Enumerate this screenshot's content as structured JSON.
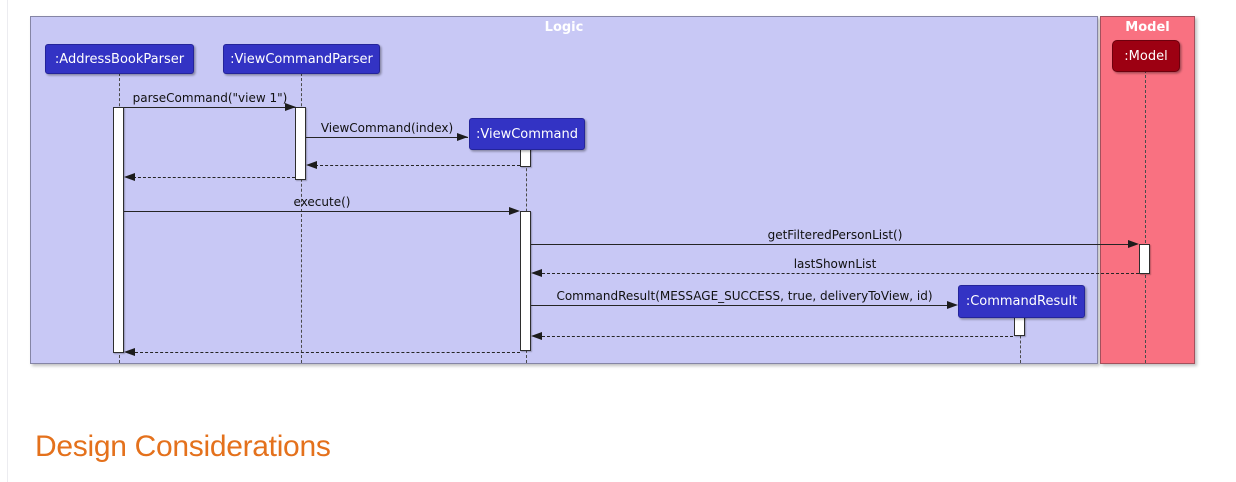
{
  "diagram": {
    "frames": {
      "logic": {
        "title": "Logic"
      },
      "model": {
        "title": "Model"
      }
    },
    "participants": {
      "address_book_parser": {
        "label": ":AddressBookParser"
      },
      "view_command_parser": {
        "label": ":ViewCommandParser"
      },
      "view_command": {
        "label": ":ViewCommand"
      },
      "model": {
        "label": ":Model"
      },
      "command_result": {
        "label": ":CommandResult"
      }
    },
    "messages": {
      "parse_command": {
        "label": "parseCommand(\"view 1\")"
      },
      "view_command_create": {
        "label": "ViewCommand(index)"
      },
      "execute": {
        "label": "execute()"
      },
      "get_filtered_person_list": {
        "label": "getFilteredPersonList()"
      },
      "last_shown_list": {
        "label": "lastShownList"
      },
      "command_result_create": {
        "label": "CommandResult(MESSAGE_SUCCESS, true, deliveryToView, id)"
      }
    },
    "colors": {
      "logic_frame_fill": "#C8C8F5",
      "model_frame_fill": "#F97181",
      "logic_participant_fill": "#3333C4",
      "model_participant_fill": "#9D0012",
      "heading": "#E4711C"
    }
  },
  "section": {
    "heading": "Design Considerations"
  }
}
